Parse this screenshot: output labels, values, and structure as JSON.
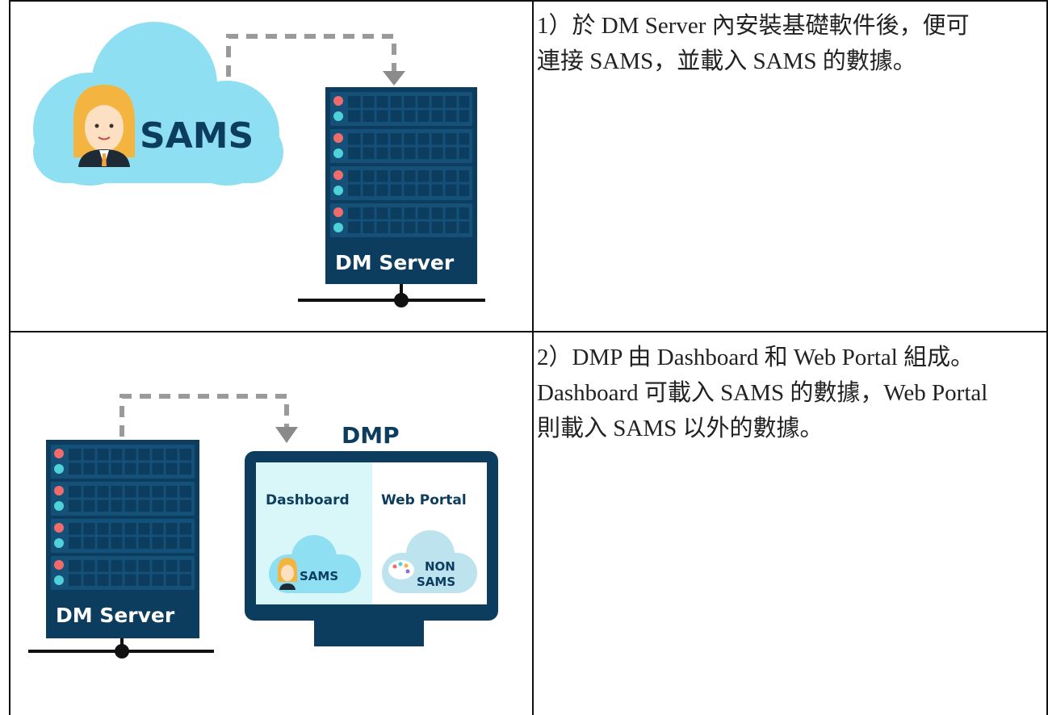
{
  "row1": {
    "figure": {
      "cloud_label": "SAMS",
      "server_label": "DM Server"
    },
    "text_lines": [
      "1）於 DM Server 內安裝基礎軟件後，便可",
      "連接 SAMS，並載入 SAMS 的數據。"
    ]
  },
  "row2": {
    "figure": {
      "server_label": "DM Server",
      "monitor_title": "DMP",
      "panel_left": "Dashboard",
      "panel_right": "Web Portal",
      "cloud_left": "SAMS",
      "cloud_right_line1": "NON",
      "cloud_right_line2": "SAMS"
    },
    "text_lines": [
      "2）DMP 由 Dashboard 和 Web Portal 組成。",
      "Dashboard 可載入 SAMS 的數據，Web Portal",
      "則載入 SAMS 以外的數據。"
    ]
  },
  "colors": {
    "navy": "#0c3d5f",
    "server_blue": "#145077",
    "cloud_blue": "#8fdff2",
    "panel_left": "#d9f6f8",
    "red_led": "#f26b6b",
    "teal_led": "#4fd1d9",
    "arrow_gray": "#9a9a9a"
  }
}
